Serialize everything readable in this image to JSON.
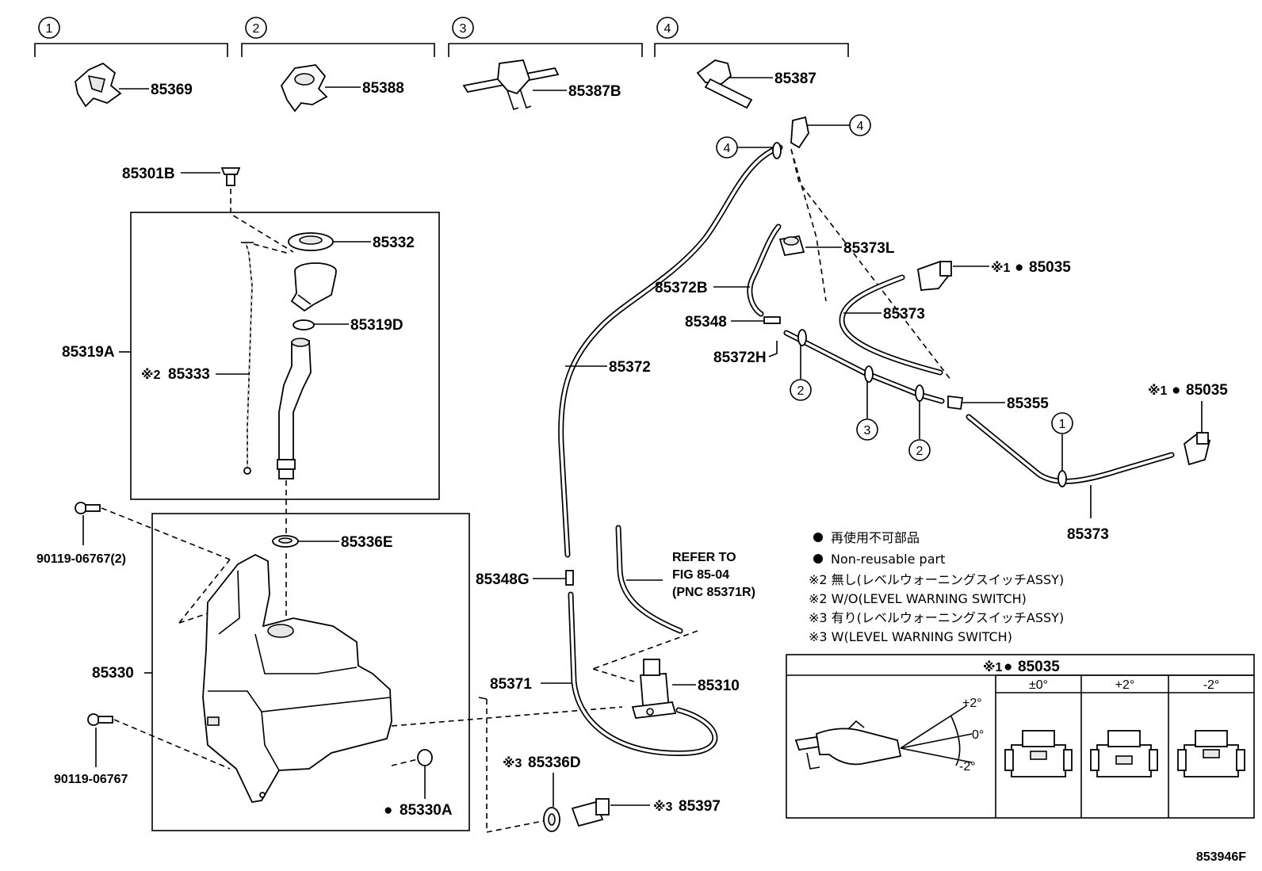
{
  "groups": [
    "1",
    "2",
    "3",
    "4"
  ],
  "parts": {
    "p85369": "85369",
    "p85388": "85388",
    "p85387B": "85387B",
    "p85387": "85387",
    "p85301B": "85301B",
    "p85332": "85332",
    "p85319D": "85319D",
    "p85319A": "85319A",
    "p85333": "85333",
    "p90119_06767_2": "90119-06767(2)",
    "p85336E": "85336E",
    "p85330": "85330",
    "p90119_06767": "90119-06767",
    "p85330A": "85330A",
    "p85336D": "85336D",
    "p85397": "85397",
    "p85372": "85372",
    "p85348G": "85348G",
    "p85371": "85371",
    "p85310": "85310",
    "p85373L": "85373L",
    "p85372B": "85372B",
    "p85348": "85348",
    "p85372H": "85372H",
    "p85373a": "85373",
    "p85373b": "85373",
    "p85355": "85355",
    "p85035a": "85035",
    "p85035b": "85035"
  },
  "markers": {
    "note1": "※1",
    "note2": "※2",
    "note3": "※3",
    "dot": "●"
  },
  "refer": {
    "line1": "REFER TO",
    "line2": "FIG 85-04",
    "line3": "(PNC 85371R)"
  },
  "legend": {
    "nonreuse_jp": "再使用不可部品",
    "nonreuse_en": "Non-reusable part",
    "wo_jp": "※2 無し(レベルウォーニングスイッチASSY)",
    "wo_en": "※2 W/O(LEVEL WARNING SWITCH)",
    "w_jp": "※3 有り(レベルウォーニングスイッチASSY)",
    "w_en": "※3 W(LEVEL WARNING SWITCH)"
  },
  "nozzle_table": {
    "title_part": "85035",
    "col1": "±0°",
    "col2": "+2°",
    "col3": "-2°",
    "angle_plus": "+2°",
    "angle_zero": "0°",
    "angle_minus": "-2°"
  },
  "figure_id": "853946F"
}
